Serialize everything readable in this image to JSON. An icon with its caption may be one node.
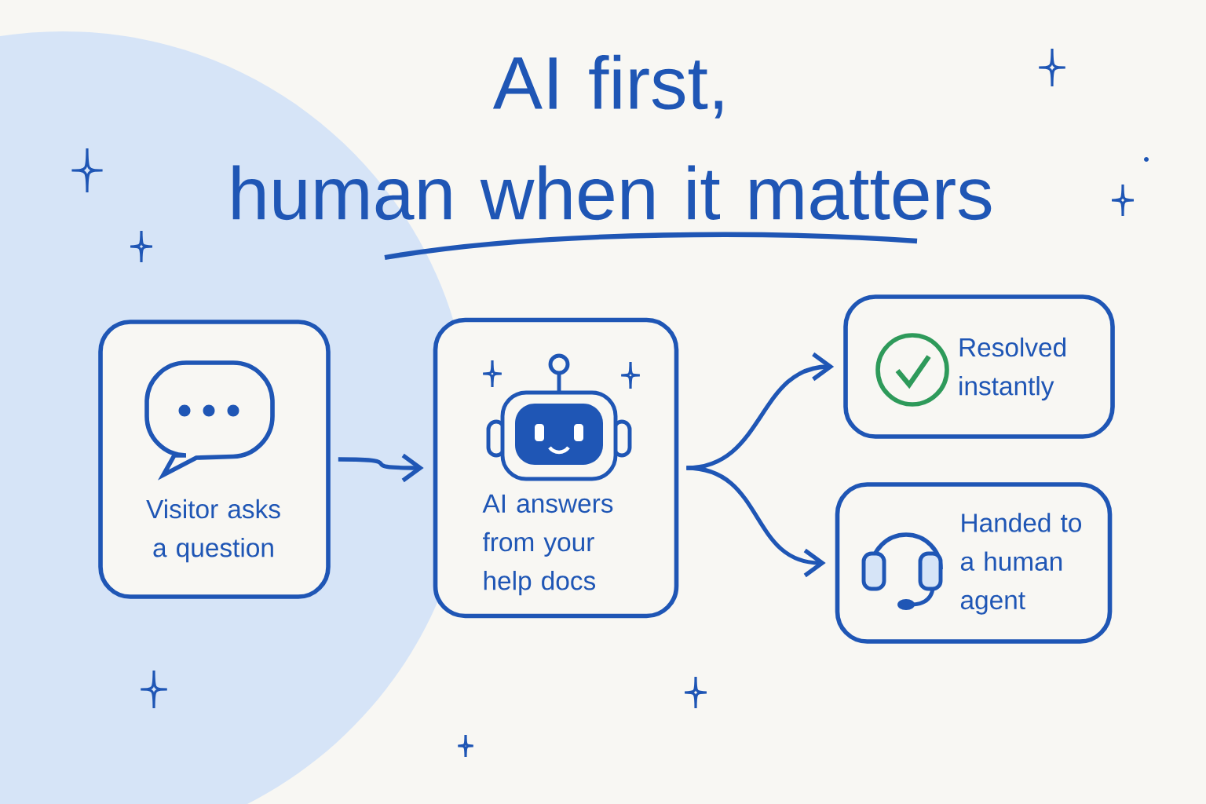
{
  "diagram": {
    "title": "AI first, human when it matters",
    "nodes": [
      {
        "text": [
          "Visitor asks a question"
        ]
      },
      {
        "text": [
          "AI answers from your help docs"
        ]
      },
      {
        "text": [
          "Resolved instantly"
        ]
      },
      {
        "text": [
          "Handed to a human agent"
        ]
      }
    ],
    "edges": [
      {
        "from": 0,
        "to": 1,
        "arrow": "to"
      },
      {
        "from": 1,
        "to": 2,
        "arrow": "to"
      },
      {
        "from": 1,
        "to": 3,
        "arrow": "to"
      }
    ]
  }
}
